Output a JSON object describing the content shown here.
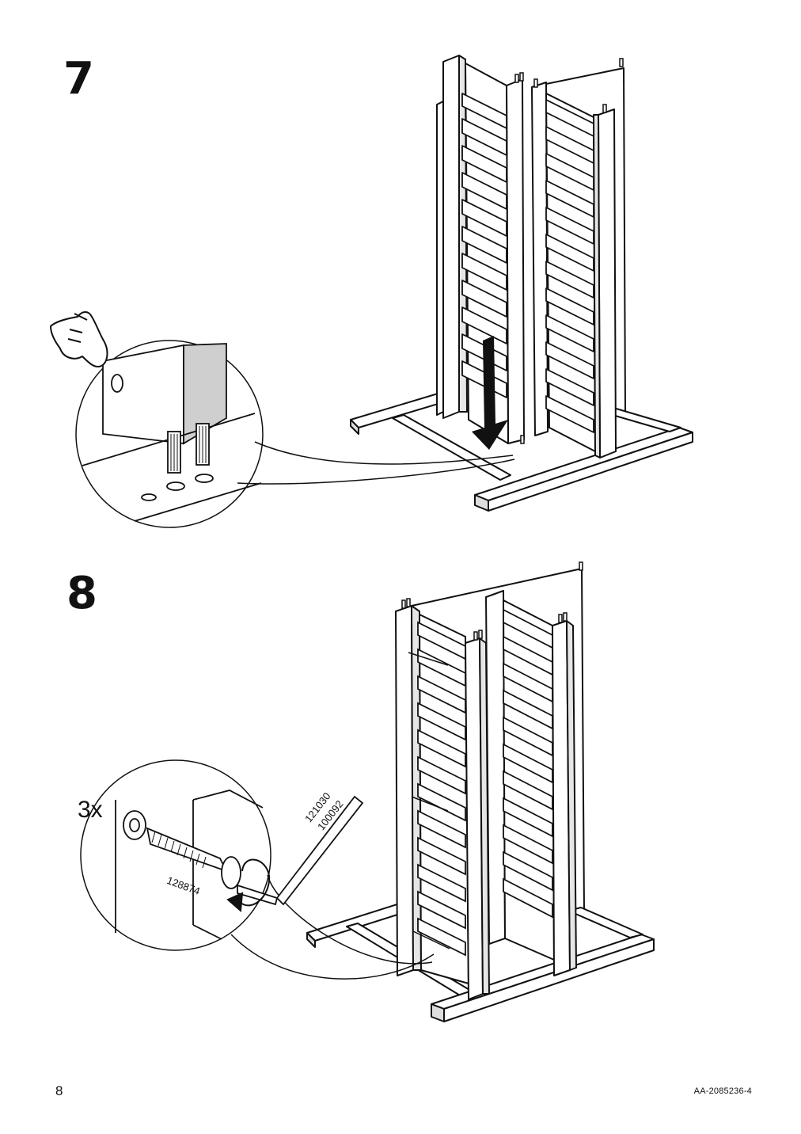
{
  "steps": [
    {
      "number": "7"
    },
    {
      "number": "8",
      "quantity": "3x",
      "part_numbers": {
        "bolt": "128874",
        "key_a": "121030",
        "key_b": "100092"
      }
    }
  ],
  "footer": {
    "page": "8",
    "document_code": "AA-2085236-4"
  }
}
